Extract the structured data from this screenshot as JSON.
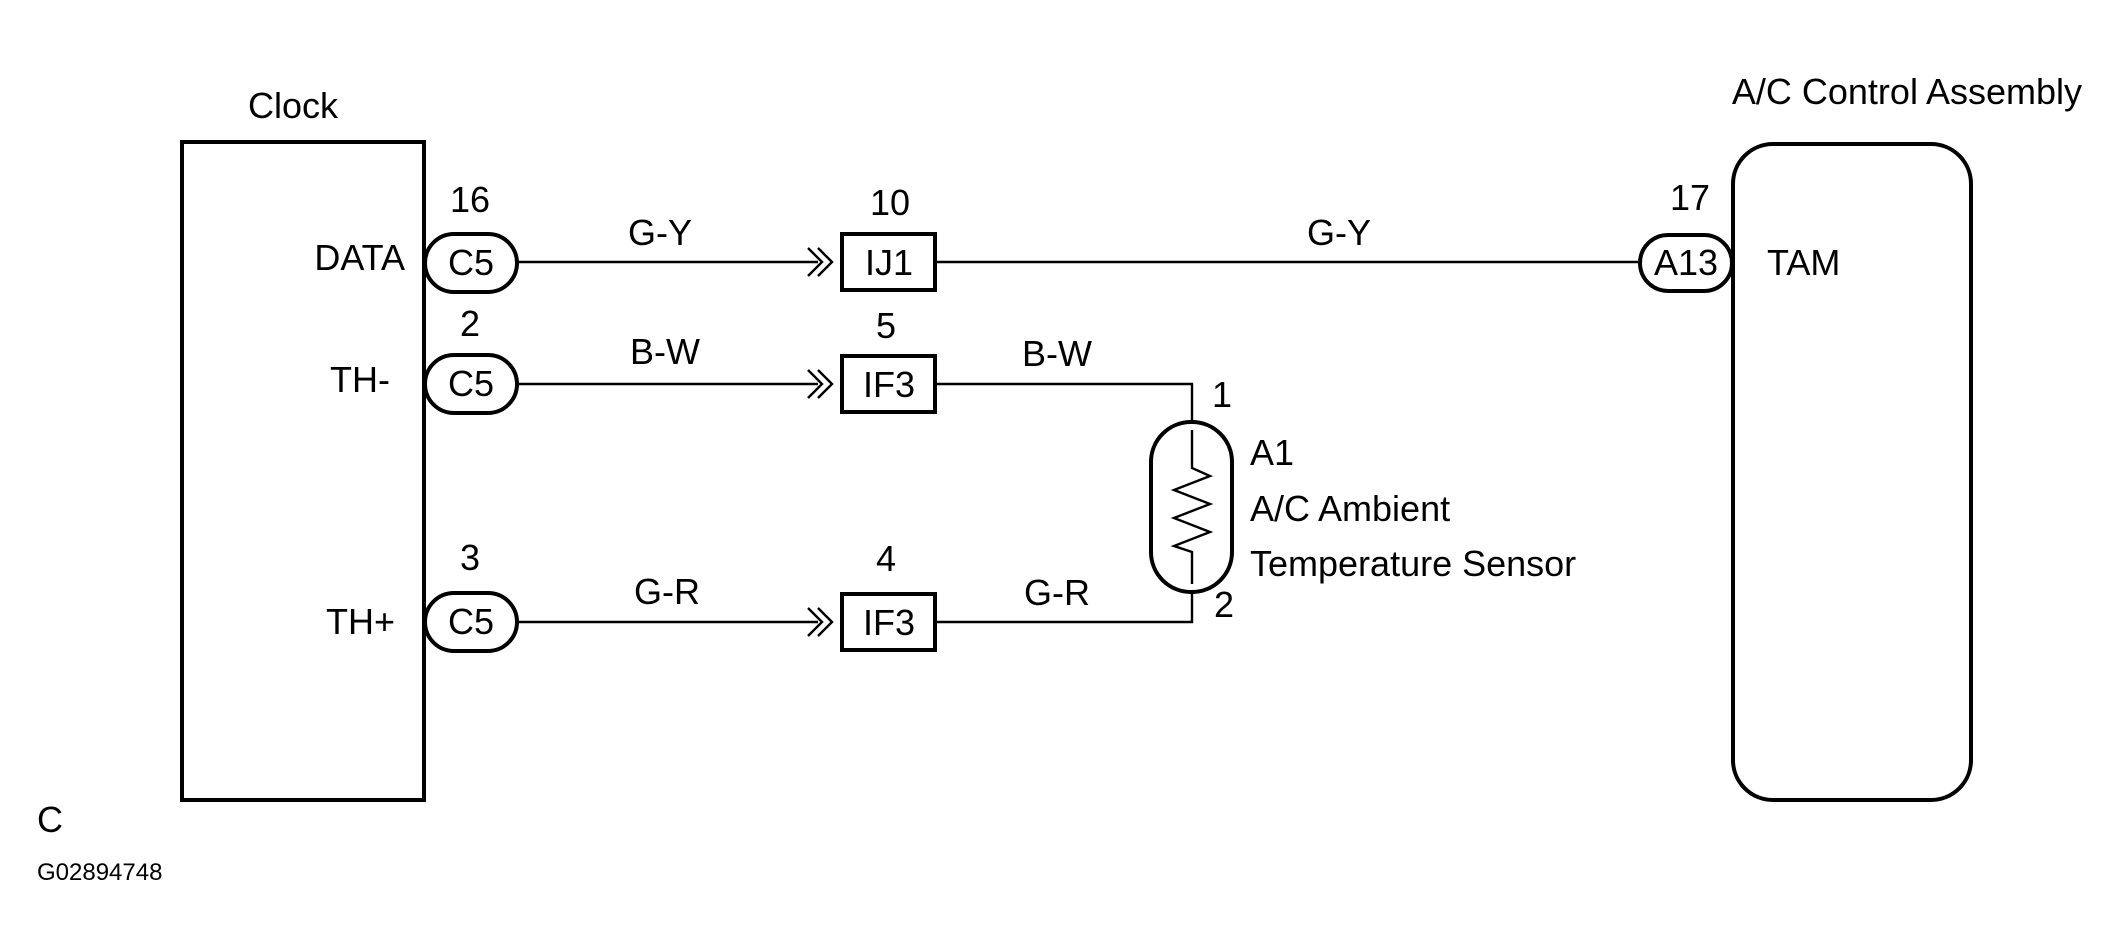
{
  "clock": {
    "title": "Clock",
    "pins": [
      {
        "name": "DATA",
        "pin_number": "16",
        "connector": "C5"
      },
      {
        "name": "TH-",
        "pin_number": "2",
        "connector": "C5"
      },
      {
        "name": "TH+",
        "pin_number": "3",
        "connector": "C5"
      }
    ]
  },
  "wires": [
    {
      "from_pin": "DATA",
      "color_left": "G-Y",
      "junction": "IJ1",
      "junction_pin": "10",
      "color_right": "G-Y",
      "to": "A13"
    },
    {
      "from_pin": "TH-",
      "color_left": "B-W",
      "junction": "IF3",
      "junction_pin": "5",
      "color_right": "B-W",
      "to": "A1 pin 1"
    },
    {
      "from_pin": "TH+",
      "color_left": "G-R",
      "junction": "IF3",
      "junction_pin": "4",
      "color_right": "G-R",
      "to": "A1 pin 2"
    }
  ],
  "sensor": {
    "connector": "A1",
    "name_line1": "A/C Ambient",
    "name_line2": "Temperature Sensor",
    "pin_top": "1",
    "pin_bottom": "2"
  },
  "ac_assembly": {
    "title": "A/C Control Assembly",
    "pin_number": "17",
    "connector": "A13",
    "pin_name": "TAM"
  },
  "footer": {
    "code_letter": "C",
    "figure_id": "G02894748"
  }
}
